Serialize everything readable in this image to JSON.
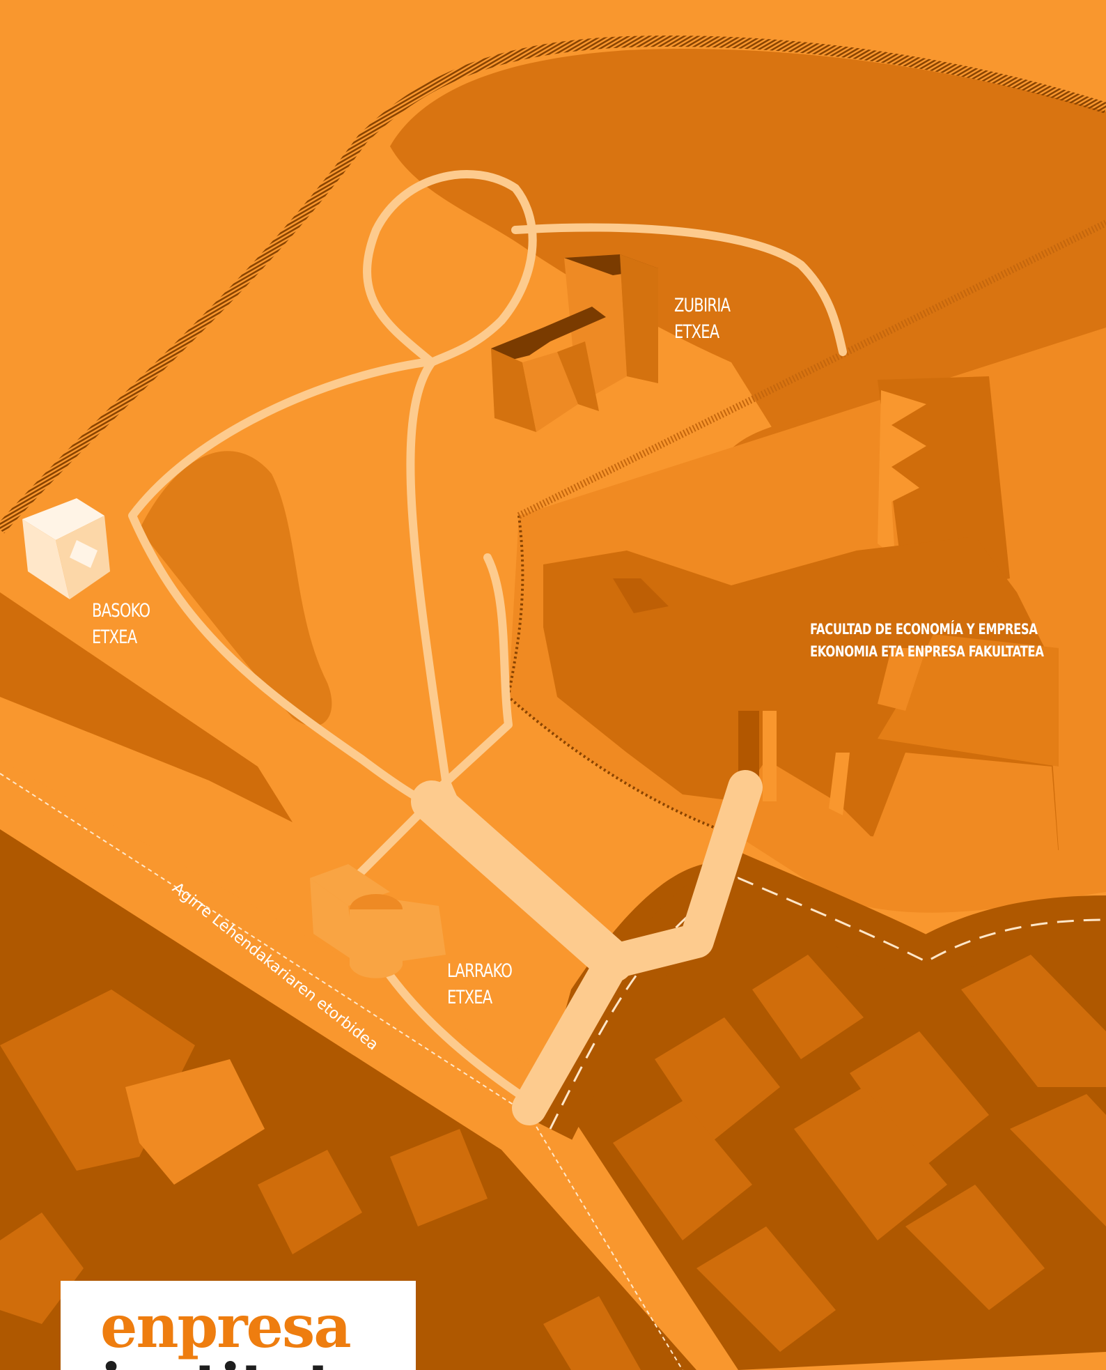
{
  "colors": {
    "base": "#F9972E",
    "zone": "#E47E16",
    "zone_dark": "#D06D0B",
    "street": "#AF5800",
    "path": "#FDCB8E",
    "building_roof": "#7A3B00",
    "building_wall": "#EE8A24",
    "building_wall_shadow": "#D4720F",
    "white_building": "#FFE7C9",
    "logo_orange": "#EE7D0F"
  },
  "buildings": {
    "zubiria": {
      "line1": "ZUBIRIA",
      "line2": "ETXEA"
    },
    "basoko": {
      "line1": "BASOKO",
      "line2": "ETXEA"
    },
    "larrako": {
      "line1": "LARRAKO",
      "line2": "ETXEA"
    }
  },
  "faculty": {
    "line1": "FACULTAD DE ECONOMÍA Y EMPRESA",
    "line2": "EKONOMIA ETA ENPRESA FAKULTATEA"
  },
  "street": {
    "name": "Agirre Lehendakariaren etorbidea"
  },
  "logo": {
    "line1": "enpresa",
    "line2": "institutua"
  }
}
